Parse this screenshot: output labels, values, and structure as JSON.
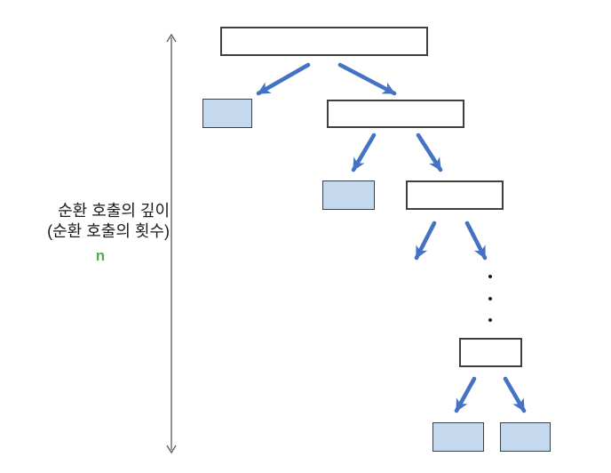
{
  "diagram": {
    "depth_label": {
      "line1": "순환 호출의 깊이",
      "line2": "(순환 호출의 횟수)",
      "variable": "n"
    },
    "ellipsis_dot": "•",
    "colors": {
      "arrow_blue": "#4472C4",
      "filled_node_fill": "#C5D9EE",
      "node_border": "#3F3F3F",
      "axis_line": "#595959",
      "variable_green": "#57A957",
      "background": "#FFFFFF"
    },
    "tree": {
      "nodes": [
        {
          "id": "root",
          "level": 1,
          "variant": "open"
        },
        {
          "id": "level2-left",
          "level": 2,
          "variant": "filled"
        },
        {
          "id": "level2-right",
          "level": 2,
          "variant": "open"
        },
        {
          "id": "level3-left",
          "level": 3,
          "variant": "filled"
        },
        {
          "id": "level3-right",
          "level": 3,
          "variant": "open"
        },
        {
          "id": "level4",
          "level": 4,
          "variant": "open"
        },
        {
          "id": "leaf-left",
          "level": 5,
          "variant": "filled"
        },
        {
          "id": "leaf-right",
          "level": 5,
          "variant": "filled"
        }
      ]
    }
  }
}
